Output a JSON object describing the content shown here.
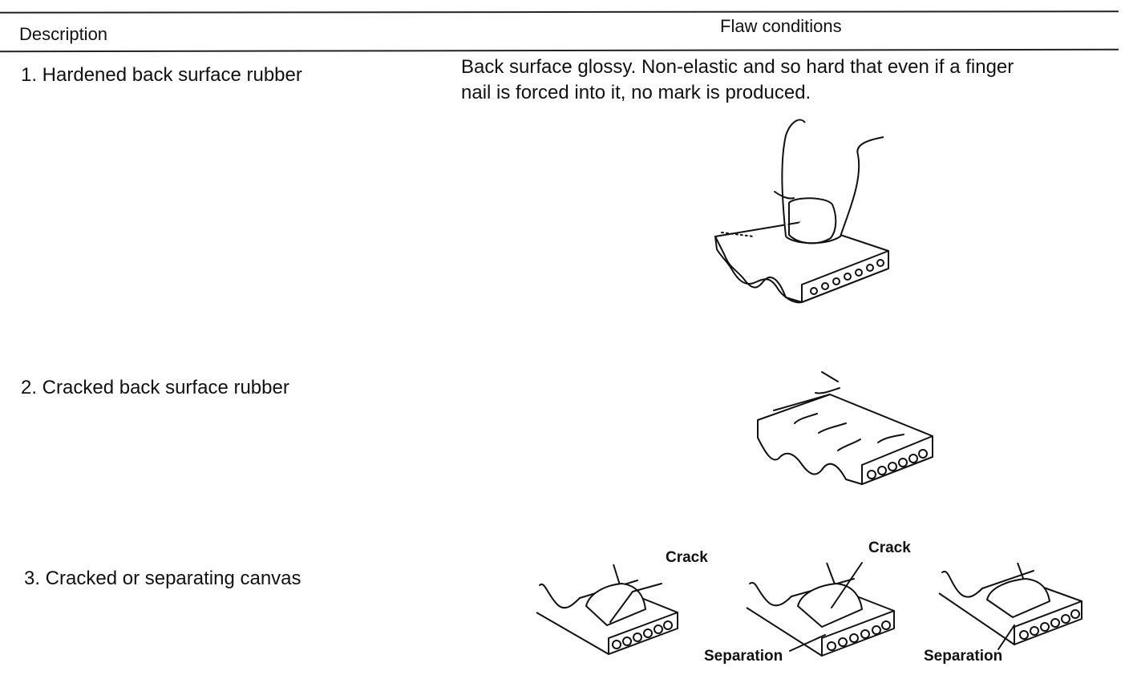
{
  "table": {
    "header": {
      "description": "Description",
      "flaw_conditions": "Flaw conditions"
    },
    "rows": [
      {
        "description": "1. Hardened back surface rubber",
        "condition_line1": "Back surface glossy. Non-elastic and so hard that even if a finger",
        "condition_line2": "nail is forced into it, no mark is produced.",
        "illustration": "finger-pressing-belt-icon"
      },
      {
        "description": "2. Cracked back surface rubber",
        "illustration": "cracked-belt-icon"
      },
      {
        "description": "3. Cracked or separating canvas",
        "illustration": "canvas-crack-separation-icon",
        "labels": {
          "crack_a": "Crack",
          "crack_b": "Crack",
          "separation_a": "Separation",
          "separation_b": "Separation"
        }
      }
    ]
  }
}
